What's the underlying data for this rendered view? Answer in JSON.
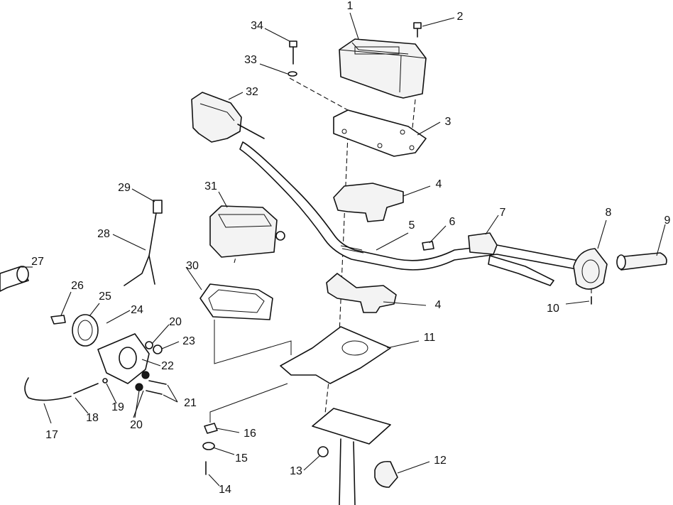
{
  "diagram": {
    "callouts": [
      {
        "id": "c1",
        "label": "1"
      },
      {
        "id": "c2",
        "label": "2"
      },
      {
        "id": "c3",
        "label": "3"
      },
      {
        "id": "c4a",
        "label": "4"
      },
      {
        "id": "c4b",
        "label": "4"
      },
      {
        "id": "c5",
        "label": "5"
      },
      {
        "id": "c6",
        "label": "6"
      },
      {
        "id": "c7",
        "label": "7"
      },
      {
        "id": "c8",
        "label": "8"
      },
      {
        "id": "c9",
        "label": "9"
      },
      {
        "id": "c10",
        "label": "10"
      },
      {
        "id": "c11",
        "label": "11"
      },
      {
        "id": "c12",
        "label": "12"
      },
      {
        "id": "c13",
        "label": "13"
      },
      {
        "id": "c14",
        "label": "14"
      },
      {
        "id": "c15",
        "label": "15"
      },
      {
        "id": "c16",
        "label": "16"
      },
      {
        "id": "c17",
        "label": "17"
      },
      {
        "id": "c18",
        "label": "18"
      },
      {
        "id": "c19",
        "label": "19"
      },
      {
        "id": "c20a",
        "label": "20"
      },
      {
        "id": "c20b",
        "label": "20"
      },
      {
        "id": "c21",
        "label": "21"
      },
      {
        "id": "c22",
        "label": "22"
      },
      {
        "id": "c23",
        "label": "23"
      },
      {
        "id": "c24",
        "label": "24"
      },
      {
        "id": "c25",
        "label": "25"
      },
      {
        "id": "c26",
        "label": "26"
      },
      {
        "id": "c27",
        "label": "27"
      },
      {
        "id": "c28",
        "label": "28"
      },
      {
        "id": "c29",
        "label": "29"
      },
      {
        "id": "c30",
        "label": "30"
      },
      {
        "id": "c31",
        "label": "31"
      },
      {
        "id": "c32",
        "label": "32"
      },
      {
        "id": "c33",
        "label": "33"
      },
      {
        "id": "c34",
        "label": "34"
      }
    ]
  }
}
